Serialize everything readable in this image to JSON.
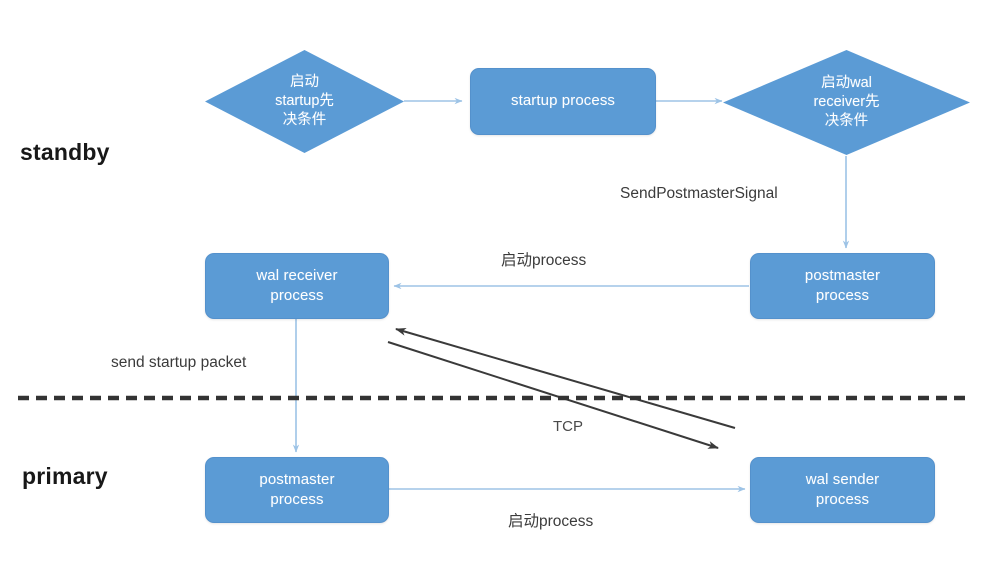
{
  "diagram": {
    "title_sections": [
      {
        "name": "standby-label",
        "text": "standby"
      },
      {
        "name": "primary-label",
        "text": "primary"
      }
    ],
    "nodes": {
      "startup_precondition": {
        "shape": "diamond",
        "line1": "启动",
        "line2": "startup先",
        "line3": "决条件"
      },
      "startup_process": {
        "shape": "box",
        "line1": "startup process",
        "line2": ""
      },
      "walreceiver_precondition": {
        "shape": "diamond",
        "line1": "启动wal",
        "line2": "receiver先",
        "line3": "决条件"
      },
      "standby_postmaster": {
        "shape": "box",
        "line1": "postmaster",
        "line2": "process"
      },
      "wal_receiver": {
        "shape": "box",
        "line1": "wal receiver",
        "line2": "process"
      },
      "primary_postmaster": {
        "shape": "box",
        "line1": "postmaster",
        "line2": "process"
      },
      "wal_sender": {
        "shape": "box",
        "line1": "wal sender",
        "line2": "process"
      }
    },
    "edge_labels": {
      "send_postmaster_signal": "SendPostmasterSignal",
      "start_process_standby": "启动process",
      "send_startup_packet": "send startup packet",
      "tcp": "TCP",
      "start_process_primary": "启动process"
    },
    "colors": {
      "node_fill": "#5b9bd5",
      "node_text": "#ffffff",
      "arrow_blue": "#9dc3e6",
      "arrow_dark": "#3a3a3a",
      "divider": "#333333",
      "label_text": "#3b3b3b"
    }
  }
}
